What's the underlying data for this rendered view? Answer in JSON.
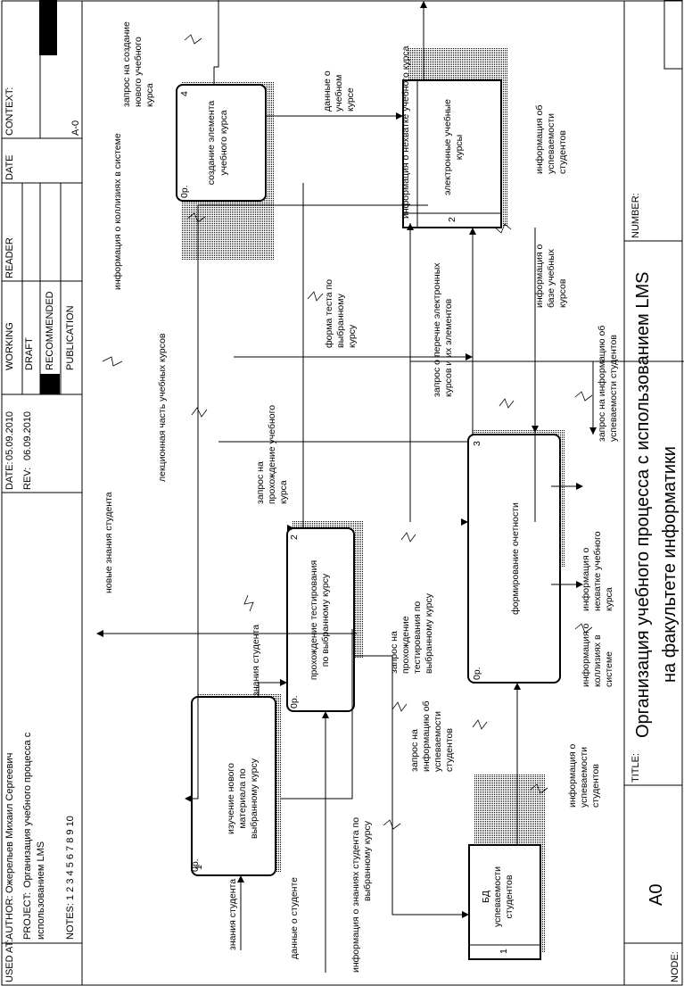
{
  "header": {
    "used_at": "USED AT:",
    "author_label": "AUTHOR:",
    "author": "Ожерельев Михаил Сергеевич",
    "project_label": "PROJECT:",
    "project_line1": "Организация учебного процесса с",
    "project_line2": "использованием LMS",
    "notes": "NOTES:  1  2  3  4  5  6  7  8  9  10",
    "date_label": "DATE:",
    "date": "05.09.2010",
    "rev_label": "REV:",
    "rev": "06.09.2010",
    "status": [
      "WORKING",
      "DRAFT",
      "RECOMMENDED",
      "PUBLICATION"
    ],
    "reader": "READER",
    "date_col": "DATE",
    "context": "CONTEXT:",
    "node_ref": "A-0"
  },
  "footer": {
    "node_label": "NODE:",
    "node": "A0",
    "title_label": "TITLE:",
    "title_line1": "Организация учебного процесса  с использованием LMS",
    "title_line2": "на факультете информатики",
    "number_label": "NUMBER:"
  },
  "boxes": [
    {
      "num": "1",
      "cost": "0р.",
      "lines": [
        "изучение нового",
        "материала по",
        "выбранному курсу"
      ]
    },
    {
      "num": "2",
      "cost": "0р.",
      "lines": [
        "прохождение тестирования",
        "по выбранному курсу"
      ]
    },
    {
      "num": "3",
      "cost": "0р.",
      "lines": [
        "формирование очетности"
      ]
    },
    {
      "num": "4",
      "cost": "0р.",
      "lines": [
        "создание элемента",
        "учебного курса"
      ]
    }
  ],
  "stores": [
    {
      "num": "1",
      "lines": [
        "БД",
        "успеваемости",
        "студентов"
      ]
    },
    {
      "num": "2",
      "lines": [
        "электронные учебные",
        "курсы"
      ]
    }
  ],
  "labels": {
    "znaniya_studenta_in": "знания студента",
    "dannye_o_studente": "данные о студенте",
    "info_znaniya_1": "информация о знаниях студента по",
    "info_znaniya_2": "выбранному курсу",
    "znaniya_studenta": "знания студента",
    "novye_znaniya": "новые знания студента",
    "lekcionnaya": "лекционная часть учебных курсов",
    "info_kollizii_top": "информация о коллизиях в системе",
    "zapros_sozdanie_1": "запрос на создание",
    "zapros_sozdanie_2": "нового учебного",
    "zapros_sozdanie_3": "курса",
    "dannye_kurse_1": "данные о",
    "dannye_kurse_2": "учебном",
    "dannye_kurse_3": "курсе",
    "info_nehvatke_top": "информация о нехватке учебного курса",
    "info_uspev_top_1": "информация об",
    "info_uspev_top_2": "успеваемости",
    "info_uspev_top_3": "студентов",
    "info_baze_1": "информация о",
    "info_baze_2": "базе учебных",
    "info_baze_3": "курсов",
    "zapros_info_uspev_1": "запрос на информацию об",
    "zapros_info_uspev_2": "успеваемости студентов",
    "zapros_perechne_1": "запрос о перечне электронных",
    "zapros_perechne_2": "курсов и их элементов",
    "forma_testa_1": "форма теста по",
    "forma_testa_2": "выбранному",
    "forma_testa_3": "курсу",
    "zapros_prohozhdenie_1": "запрос на",
    "zapros_prohozhdenie_2": "прохождение учебного",
    "zapros_prohozhdenie_3": "курса",
    "zapros_testirovaniya_1": "запрос на",
    "zapros_testirovaniya_2": "прохождение",
    "zapros_testirovaniya_3": "тестирования по",
    "zapros_testirovaniya_4": "выбранному курсу",
    "zapros_info_ob_1": "запрос на",
    "zapros_info_ob_2": "информацию об",
    "zapros_info_ob_3": "успеваемости",
    "zapros_info_ob_4": "студентов",
    "info_uspev_bottom_1": "информация о",
    "info_uspev_bottom_2": "успеваемости",
    "info_uspev_bottom_3": "студентов",
    "info_kollizii_b_1": "информация о",
    "info_kollizii_b_2": "коллизиях в",
    "info_kollizii_b_3": "системе",
    "info_nehvatke_b_1": "информация о",
    "info_nehvatke_b_2": "нехватке учебного",
    "info_nehvatke_b_3": "курса"
  }
}
